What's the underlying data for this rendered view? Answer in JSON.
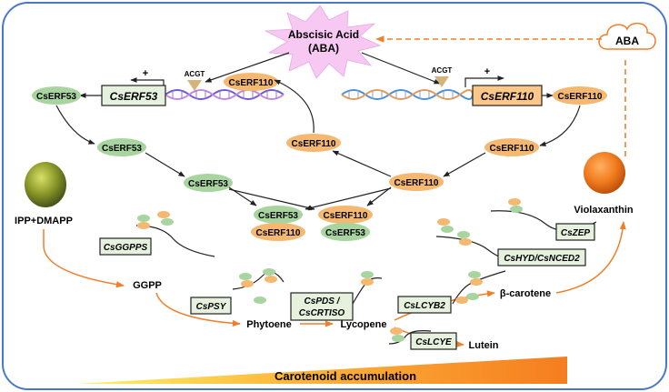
{
  "hormone": {
    "line1": "Abscisic Acid",
    "line2": "(ABA)"
  },
  "aba_cloud": "ABA",
  "motif": {
    "left": "ACGT",
    "right": "ACGT"
  },
  "activation": {
    "left": "+",
    "right": "+"
  },
  "genes": {
    "erf53": "CsERF53",
    "erf110": "CsERF110",
    "ggpps": "CsGGPPS",
    "psy": "CsPSY",
    "pds_line1": "CsPDS /",
    "pds_line2": "CsCRTISO",
    "lcyb2": "CsLCYB2",
    "lcye": "CsLCYE",
    "zep": "CsZEP",
    "hyd": "CsHYD/CsNCED2"
  },
  "proteins": {
    "erf53": "CsERF53",
    "erf110": "CsERF110"
  },
  "metabolites": {
    "ipp": "IPP+DMAPP",
    "ggpp": "GGPP",
    "phytoene": "Phytoene",
    "lycopene": "Lycopene",
    "beta_carotene": "β-carotene",
    "lutein": "Lutein",
    "violaxanthin": "Violaxanthin"
  },
  "accumulation_label": "Carotenoid accumulation",
  "colors": {
    "frame": "#4a78c9",
    "green_protein": "#a8d4a0",
    "orange_protein": "#f5b870",
    "gene_box": "#e6f2dd",
    "gene_box_orange": "#fbc88a",
    "arrow_orange": "#f07f2c",
    "burst": "#f6c8f2"
  }
}
